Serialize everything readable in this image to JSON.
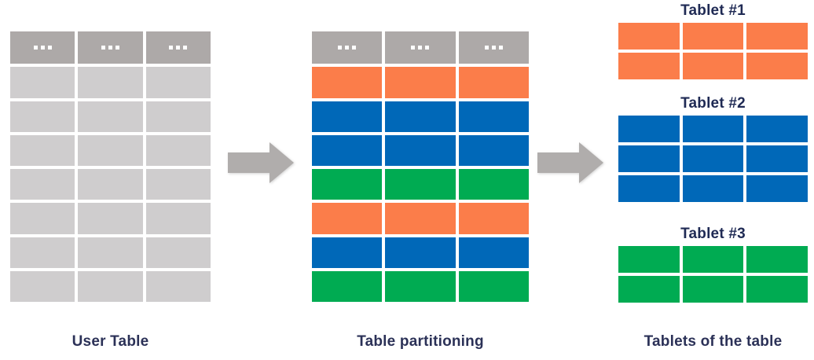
{
  "colors": {
    "header_gray": "#ada9a8",
    "body_gray": "#cfcdce",
    "orange": "#fb7d4a",
    "blue": "#0068b8",
    "green": "#00ab52",
    "arrow_gray": "#b0adac",
    "title_navy": "#1f2a54",
    "caption_navy": "#2b3157",
    "background": "#ffffff"
  },
  "user_table": {
    "caption": "User Table",
    "columns": 3,
    "header_cell_text": "...",
    "header_row": [
      "...",
      "...",
      "..."
    ],
    "body_row_count": 7,
    "body_rows": [
      [
        "",
        "",
        ""
      ],
      [
        "",
        "",
        ""
      ],
      [
        "",
        "",
        ""
      ],
      [
        "",
        "",
        ""
      ],
      [
        "",
        "",
        ""
      ],
      [
        "",
        "",
        ""
      ],
      [
        "",
        "",
        ""
      ]
    ]
  },
  "partition_table": {
    "caption": "Table partitioning",
    "columns": 3,
    "header_row": [
      "...",
      "...",
      "..."
    ],
    "row_partitions": [
      "orange",
      "blue",
      "blue",
      "green",
      "orange",
      "blue",
      "green"
    ]
  },
  "arrows": [
    {
      "name": "arrow-user-to-partition",
      "direction": "right"
    },
    {
      "name": "arrow-partition-to-tablets",
      "direction": "right"
    }
  ],
  "tablets_section": {
    "caption": "Tablets of the table",
    "tablets": [
      {
        "title": "Tablet #1",
        "color": "orange",
        "rows": 2,
        "columns": 3
      },
      {
        "title": "Tablet #2",
        "color": "blue",
        "rows": 3,
        "columns": 3
      },
      {
        "title": "Tablet #3",
        "color": "green",
        "rows": 2,
        "columns": 3
      }
    ]
  }
}
